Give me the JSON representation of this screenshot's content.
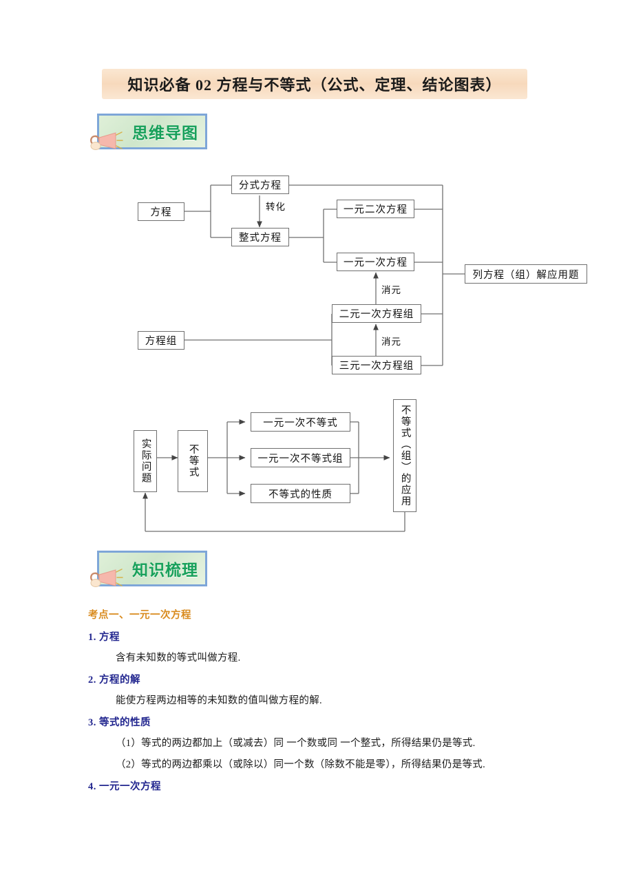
{
  "document": {
    "title": "知识必备 02 方程与不等式（公式、定理、结论图表）"
  },
  "sections": {
    "mindmap_banner": {
      "label": "思维导图",
      "icon": "horn-icon"
    },
    "knowledge_banner": {
      "label": "知识梳理",
      "icon": "horn-icon"
    }
  },
  "diagram_equations": {
    "nodes": {
      "equation": "方程",
      "fractional_equation": "分式方程",
      "integral_equation": "整式方程",
      "quadratic_one_var": "一元二次方程",
      "linear_one_var": "一元一次方程",
      "linear_two_var_system": "二元一次方程组",
      "linear_three_var_system": "三元一次方程组",
      "equation_system": "方程组",
      "word_problems": "列方程（组）解应用题"
    },
    "edge_labels": {
      "transform": "转化",
      "eliminate_1": "消元",
      "eliminate_2": "消元"
    }
  },
  "diagram_inequalities": {
    "nodes": {
      "real_problem": "实际问题",
      "inequality": "不等式",
      "linear_inequality": "一元一次不等式",
      "linear_inequality_system": "一元一次不等式组",
      "inequality_properties": "不等式的性质",
      "application": "不等式（组）的应用"
    }
  },
  "content": {
    "topic_heading": "考点一、一元一次方程",
    "items": [
      {
        "heading": "1. 方程",
        "lines": [
          "含有未知数的等式叫做方程."
        ]
      },
      {
        "heading": "2. 方程的解",
        "lines": [
          "能使方程两边相等的未知数的值叫做方程的解."
        ]
      },
      {
        "heading": "3. 等式的性质",
        "lines": [
          "（1）等式的两边都加上（或减去）同 一个数或同 一个整式，所得结果仍是等式.",
          "（2）等式的两边都乘以（或除以）同一个数（除数不能是零），所得结果仍是等式."
        ]
      },
      {
        "heading": "4. 一元一次方程",
        "lines": []
      }
    ]
  },
  "colors": {
    "title_bg": "#f7d9bc",
    "banner_border": "#7ea6d8",
    "banner_bg": "#dff0d8",
    "banner_text": "#17a05a",
    "topic_heading": "#d98b1e",
    "num_heading": "#22268f",
    "line": "#6f6f6f"
  }
}
